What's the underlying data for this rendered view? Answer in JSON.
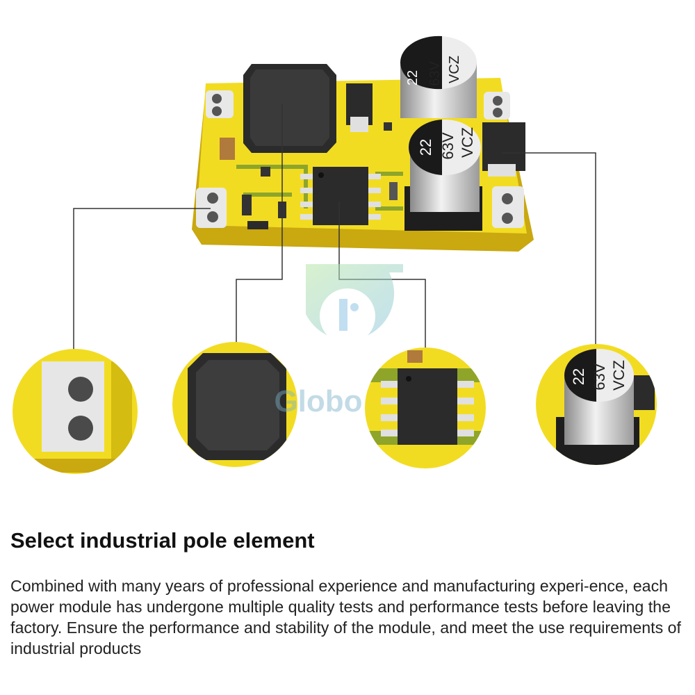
{
  "capacitor": {
    "top_text": "22",
    "mid_text": "63V",
    "bottom_text": "VCZ"
  },
  "watermark": {
    "text": "Globo",
    "color": "#7ab0c8"
  },
  "colors": {
    "pcb": "#f2dc22",
    "pcb_edge": "#c9a810",
    "trace_green": "#8ea52a",
    "component": "#2b2b2b",
    "leader_line": "#333333"
  },
  "heading": "Select industrial pole element",
  "body": "Combined with many years of professional experience and manufacturing experi-ence, each power module has undergone multiple quality tests and performance tests before leaving the factory. Ensure the performance and stability of the module, and meet the use requirements of industrial products"
}
